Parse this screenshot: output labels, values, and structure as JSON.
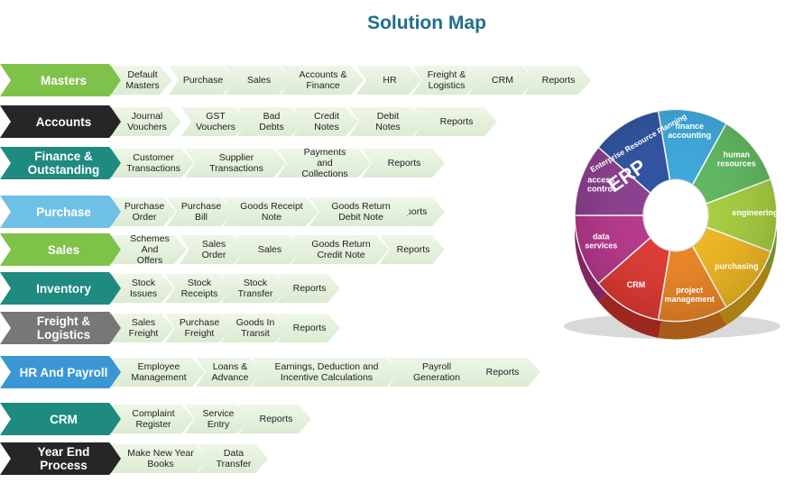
{
  "title": "Solution Map",
  "colors": {
    "green": "#7fc24a",
    "black": "#262626",
    "teal": "#1f8a80",
    "sky": "#6fc0e6",
    "gray": "#777777",
    "blue": "#3b97d3",
    "chip": "#e2eed9"
  },
  "rows": [
    {
      "label": "Masters",
      "color": "#7fc24a",
      "items": [
        "Default\nMasters",
        "Purchase",
        "Sales",
        "Accounts &\nFinance",
        "HR",
        "Freight &\nLogistics",
        "CRM",
        "Reports"
      ]
    },
    {
      "label": "Accounts",
      "color": "#262626",
      "items": [
        "Journal\nVouchers",
        "GST\nVouchers",
        "Bad\nDebts",
        "Credit\nNotes",
        "Debit\nNotes",
        "Reports"
      ]
    },
    {
      "label": "Finance &\nOutstanding",
      "color": "#1f8a80",
      "items": [
        "Customer\nTransactions",
        "Supplier\nTransactions",
        "Payments\nand\nCollections",
        "Reports"
      ]
    },
    {
      "label": "Purchase",
      "color": "#6fc0e6",
      "items": [
        "Purchase\nOrder",
        "Purchase\nBill",
        "Goods Receipt\nNote",
        "Goods Return\nDebit Note",
        "Reports"
      ]
    },
    {
      "label": "Sales",
      "color": "#7fc24a",
      "items": [
        "Schemes And\nOffers",
        "Sales\nOrder",
        "Sales",
        "Goods Return\nCredit Note",
        "Reports"
      ]
    },
    {
      "label": "Inventory",
      "color": "#1f8a80",
      "items": [
        "Stock\nIssues",
        "Stock\nReceipts",
        "Stock\nTransfer",
        "Reports"
      ]
    },
    {
      "label": "Freight &\nLogistics",
      "color": "#777777",
      "items": [
        "Sales\nFreight",
        "Purchase\nFreight",
        "Goods In\nTransit",
        "Reports"
      ]
    },
    {
      "label": "HR And Payroll",
      "color": "#3b97d3",
      "items": [
        "Employee\nManagement",
        "Loans &\nAdvance",
        "Earnings, Deduction and\nIncentive Calculations",
        "Payroll\nGeneration",
        "Reports"
      ]
    },
    {
      "label": "CRM",
      "color": "#1f8a80",
      "items": [
        "Complaint\nRegister",
        "Service\nEntry",
        "Reports"
      ]
    },
    {
      "label": "Year End Process",
      "color": "#262626",
      "items": [
        "Make New Year\nBooks",
        "Data\nTransfer"
      ]
    }
  ],
  "erp": {
    "center": "ERP",
    "ring_title": "Enterprise Resource Planning",
    "segments": [
      {
        "label": "finance\naccounting",
        "color": "#38a8dd"
      },
      {
        "label": "human\nresources",
        "color": "#5cb85c"
      },
      {
        "label": "engineering",
        "color": "#a6cf3a"
      },
      {
        "label": "purchasing",
        "color": "#f2b81c"
      },
      {
        "label": "project\nmanagement",
        "color": "#ef8421"
      },
      {
        "label": "CRM",
        "color": "#e2362f"
      },
      {
        "label": "data\nservices",
        "color": "#b8338b"
      },
      {
        "label": "access\ncontrol",
        "color": "#8a3a8e"
      },
      {
        "label": "",
        "color": "#2a4fa0"
      }
    ]
  }
}
